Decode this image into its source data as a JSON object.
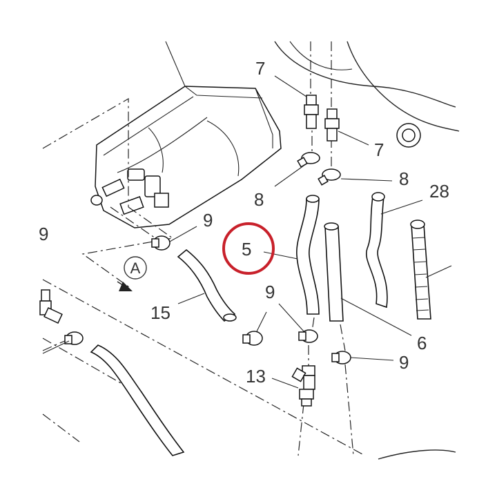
{
  "labels": {
    "part_7_top": "7",
    "part_7_right": "7",
    "part_8_left": "8",
    "part_8_right": "8",
    "part_28": "28",
    "part_9_upper": "9",
    "part_9_far_left": "9",
    "part_5": "5",
    "part_15": "15",
    "part_9_middle": "9",
    "part_6": "6",
    "part_9_lower_right": "9",
    "part_13": "13",
    "view_ref": "A"
  },
  "colors": {
    "highlight": "#c8202a",
    "lines": "#222222",
    "text": "#333333"
  }
}
